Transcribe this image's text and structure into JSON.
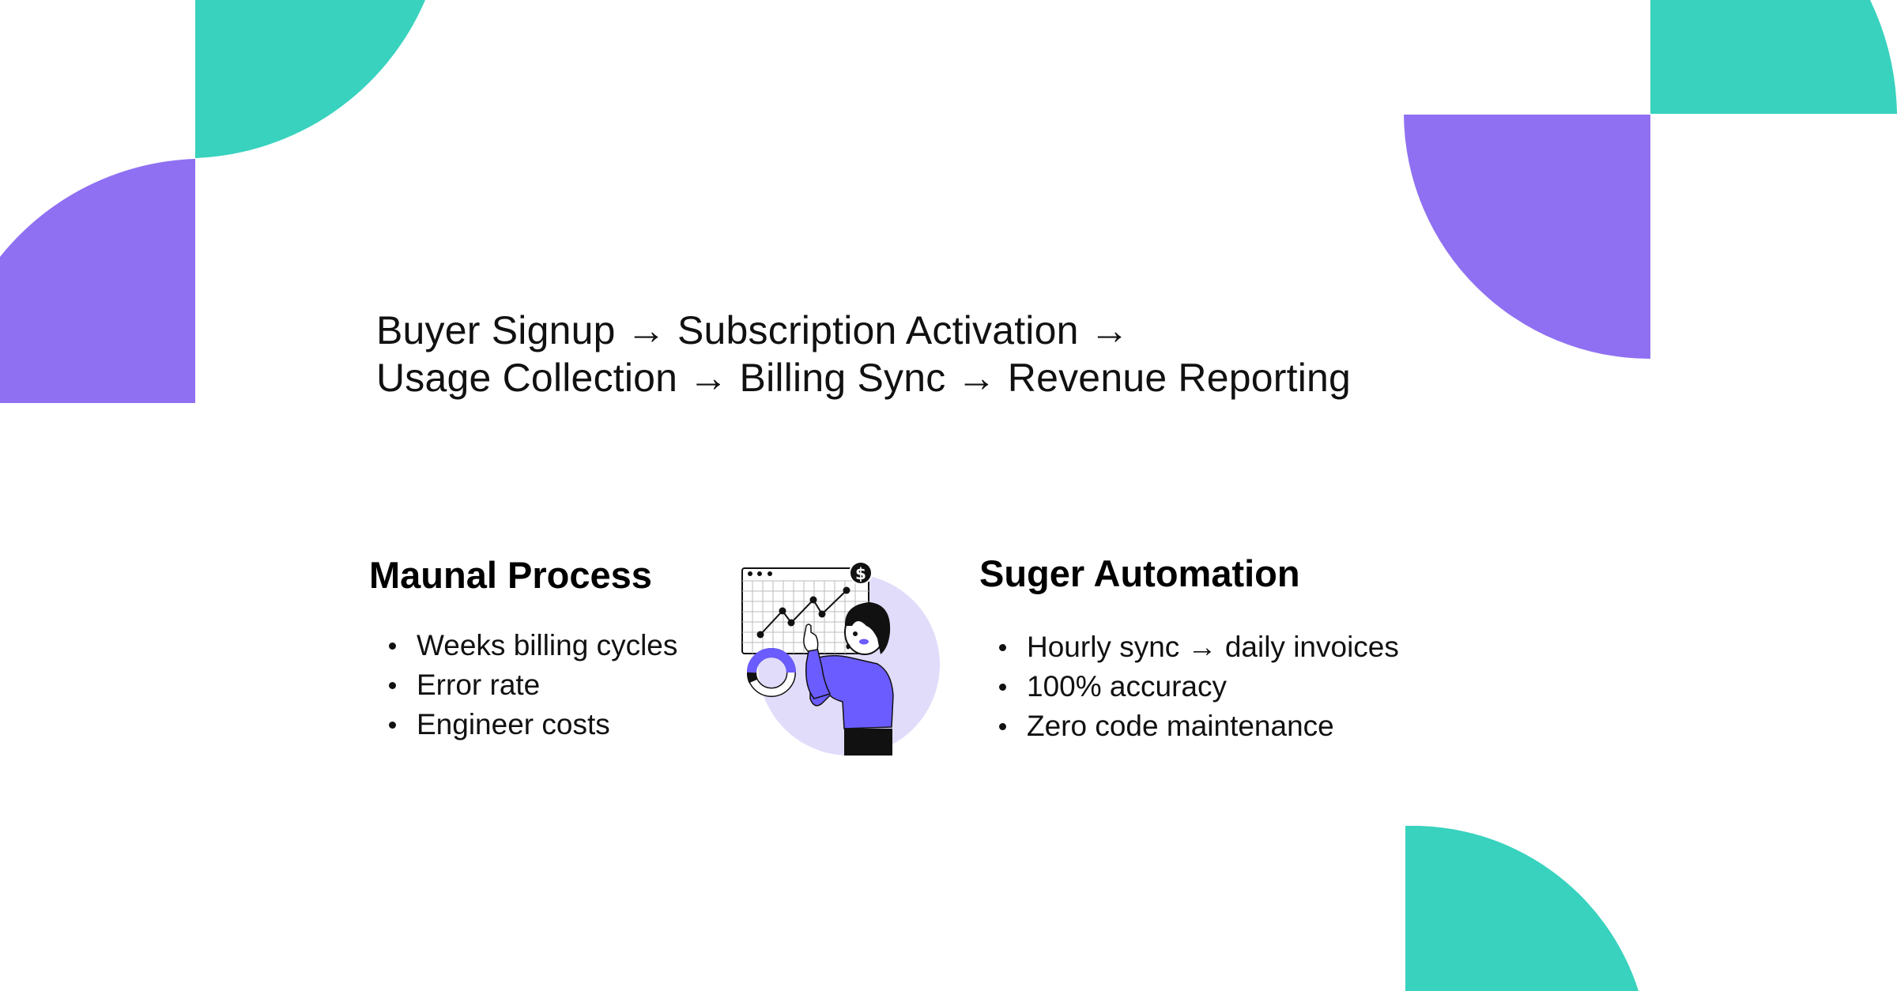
{
  "colors": {
    "teal": "#38D2BE",
    "purple": "#8F70F2",
    "illustration_purple": "#6B5CFF",
    "illustration_bg": "#E2DCFB",
    "text": "#000000"
  },
  "flow": {
    "line1": "Buyer Signup → Subscription Activation →",
    "line2": "Usage Collection → Billing Sync → Revenue Reporting"
  },
  "manual": {
    "title": "Maunal Process",
    "items": [
      "Weeks billing cycles",
      "Error rate",
      "Engineer costs"
    ]
  },
  "automation": {
    "title": "Suger Automation",
    "items": [
      "Hourly sync → daily invoices",
      "100% accuracy",
      "Zero code maintenance"
    ]
  },
  "illustration": {
    "icon": "person-pointing-at-growth-chart",
    "coin_symbol": "$"
  }
}
